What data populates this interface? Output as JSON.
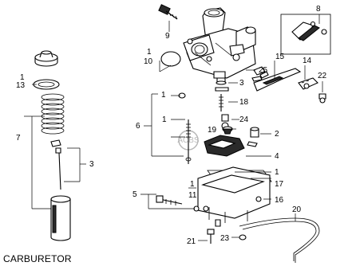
{
  "title": "CARBURETOR",
  "watermark": "ACBS",
  "callouts": [
    {
      "id": "c8",
      "text": "8"
    },
    {
      "id": "c9",
      "text": "9"
    },
    {
      "id": "c1a",
      "text": "1"
    },
    {
      "id": "c10",
      "text": "10"
    },
    {
      "id": "c15",
      "text": "15"
    },
    {
      "id": "c14",
      "text": "14"
    },
    {
      "id": "c22",
      "text": "22"
    },
    {
      "id": "c25",
      "text": "25"
    },
    {
      "id": "c1b",
      "text": "1"
    },
    {
      "id": "c13",
      "text": "13"
    },
    {
      "id": "c3a",
      "text": "3"
    },
    {
      "id": "c18",
      "text": "18"
    },
    {
      "id": "c1c",
      "text": "1"
    },
    {
      "id": "c1d",
      "text": "1"
    },
    {
      "id": "c6",
      "text": "6"
    },
    {
      "id": "c24",
      "text": "24"
    },
    {
      "id": "c19",
      "text": "19"
    },
    {
      "id": "c2",
      "text": "2"
    },
    {
      "id": "c7",
      "text": "7"
    },
    {
      "id": "c4",
      "text": "4"
    },
    {
      "id": "c3b",
      "text": "3"
    },
    {
      "id": "c1e",
      "text": "1"
    },
    {
      "id": "c17",
      "text": "17"
    },
    {
      "id": "c5",
      "text": "5"
    },
    {
      "id": "c1f",
      "text": "1"
    },
    {
      "id": "c11",
      "text": "11"
    },
    {
      "id": "c16",
      "text": "16"
    },
    {
      "id": "c20",
      "text": "20"
    },
    {
      "id": "c21",
      "text": "21"
    },
    {
      "id": "c23",
      "text": "23"
    }
  ]
}
